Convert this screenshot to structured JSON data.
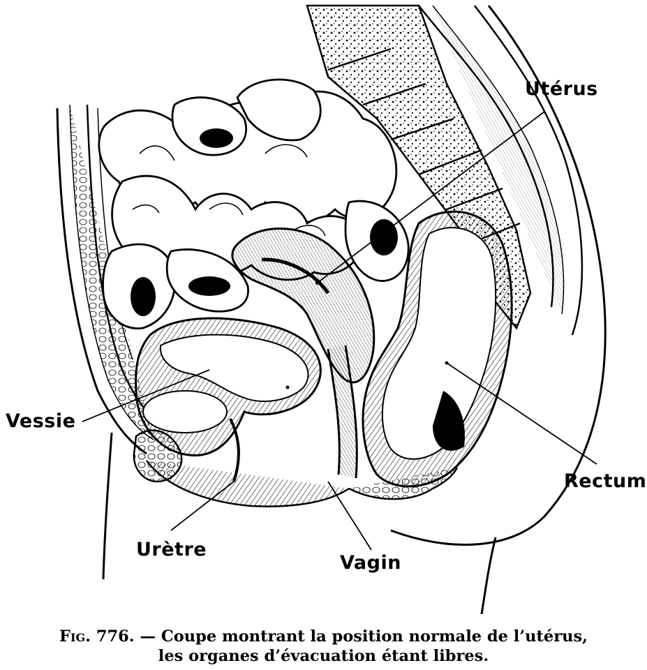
{
  "labels": {
    "uterus": "Utérus",
    "vessie": "Vessie",
    "rectum": "Rectum",
    "uretre": "Urètre",
    "vagin": "Vagin"
  },
  "caption": {
    "fig_number": "Fig. 776.",
    "dash": " — ",
    "line1": "Coupe montrant la position normale de l’utérus,",
    "line2": "les organes d’évacuation étant libres."
  }
}
